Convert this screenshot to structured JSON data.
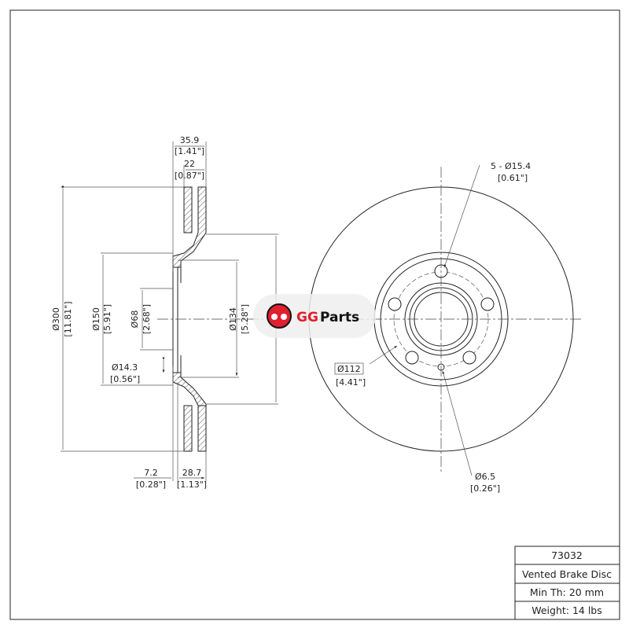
{
  "part_number": "73032",
  "description": "Vented Brake Disc",
  "min_thickness": "Min Th: 20 mm",
  "weight": "Weight: 14 lbs",
  "logo": {
    "text": "GGParts",
    "brand_color": "#e0202e"
  },
  "dimensions": {
    "overall_width": "35.9",
    "overall_width_in": "[1.41\"]",
    "disc_thickness": "22",
    "disc_thickness_in": "[0.87\"]",
    "outer_diameter": "Ø300",
    "outer_diameter_in": "[11.81\"]",
    "hat_diameter": "Ø150",
    "hat_diameter_in": "[5.91\"]",
    "center_bore": "Ø68",
    "center_bore_in": "[2.68\"]",
    "inner_diameter": "Ø134",
    "inner_diameter_in": "[5.28\"]",
    "hole_diameter": "Ø14.3",
    "hole_diameter_in": "[0.56\"]",
    "hat_thickness": "7.2",
    "hat_thickness_in": "[0.28\"]",
    "hat_height": "28.7",
    "hat_height_in": "[1.13\"]",
    "bolt_holes": "5 - Ø15.4",
    "bolt_holes_in": "[0.61\"]",
    "bolt_circle": "Ø112",
    "bolt_circle_in": "[4.41\"]",
    "pin_hole": "Ø6.5",
    "pin_hole_in": "[0.26\"]"
  }
}
